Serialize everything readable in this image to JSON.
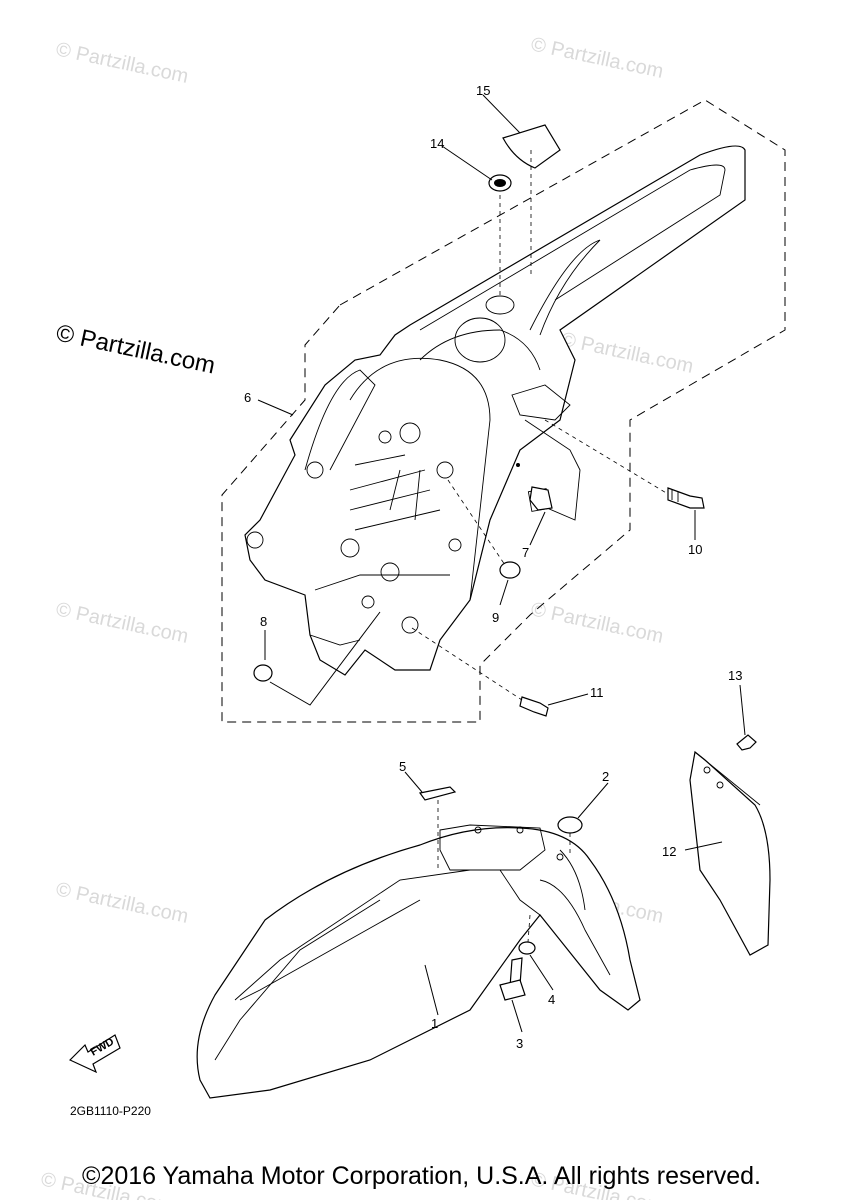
{
  "watermark": {
    "text": "© Partzilla.com",
    "prominent_text": "© Partzilla.com"
  },
  "callouts": {
    "p1": "1",
    "p2": "2",
    "p3": "3",
    "p4": "4",
    "p5": "5",
    "p6": "6",
    "p7": "7",
    "p8": "8",
    "p9": "9",
    "p10": "10",
    "p11": "11",
    "p12": "12",
    "p13": "13",
    "p14": "14",
    "p15": "15"
  },
  "fwd_label": "FWD",
  "diagram_code": "2GB1110-P220",
  "copyright": "©2016 Yamaha Motor Corporation, U.S.A. All rights reserved."
}
